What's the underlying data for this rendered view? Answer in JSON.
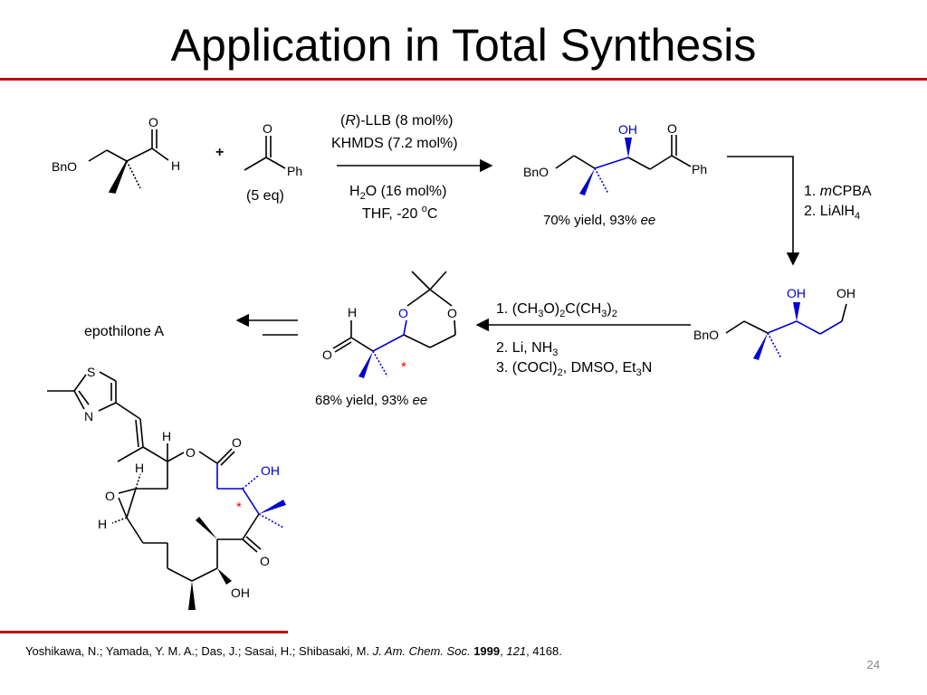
{
  "title": "Application in Total Synthesis",
  "step1": {
    "conditions_top": [
      {
        "pre": "(",
        "it": "R",
        "post": ")-LLB (8 mol%)"
      },
      "KHMDS (7.2 mol%)"
    ],
    "water_main": "H",
    "water_sub": "2",
    "water_rest": "O (16 mol%)",
    "solvent_main": "THF, -20 ",
    "solvent_sup": "o",
    "solvent_rest": "C",
    "aldehyde_bno": "BnO",
    "aldehyde_o": "O",
    "aldehyde_h": "H",
    "plus": "+",
    "ketone_o": "O",
    "ketone_ph": "Ph",
    "equiv": "(5 eq)",
    "product_bno": "BnO",
    "product_oh": "OH",
    "product_o": "O",
    "product_ph": "Ph",
    "yield_main": "70% yield, 93% ",
    "yield_ee": "ee"
  },
  "step2": {
    "cond1_num": "1. ",
    "cond1_it": "m",
    "cond1_rest": "CPBA",
    "cond2_main": "2. LiAlH",
    "cond2_sub": "4",
    "diol_bno": "BnO",
    "diol_oh1": "OH",
    "diol_oh2": "OH"
  },
  "step3": {
    "cond1": [
      "1. (CH",
      "3",
      "O)",
      "2",
      "C(CH",
      "3",
      ")",
      "2"
    ],
    "cond2": [
      "2. Li, NH",
      "3"
    ],
    "cond3": [
      "3. (COCl)",
      "2",
      ", DMSO, Et",
      "3",
      "N"
    ],
    "acetonide_h": "H",
    "acetonide_o_left": "O",
    "acetonide_o_right": "O",
    "acetonide_carbonyl_o": "O",
    "star": "*",
    "yield_main": "68% yield, 93% ",
    "yield_ee": "ee"
  },
  "target": {
    "name": "epothilone A",
    "s": "S",
    "n": "N",
    "h_top": "H",
    "o_ester": "O",
    "o_carbonyl": "O",
    "oh_blue": "OH",
    "h_epox": "H",
    "o_epox": "O",
    "h_low": "H",
    "star": "*",
    "o_ketone": "O",
    "oh_bottom": "OH"
  },
  "citation": {
    "authors": "Yoshikawa, N.; Yamada, Y. M. A.; Das, J.; Sasai, H.; Shibasaki, M. ",
    "journal": "J. Am. Chem. Soc.",
    "sep1": " ",
    "year": "1999",
    "sep2": ", ",
    "volume": "121",
    "pages": ", 4168."
  },
  "slide_number": "24",
  "colors": {
    "accent_red": "#c00000",
    "highlight_blue": "#0000cc",
    "star_red": "#ff0000"
  }
}
